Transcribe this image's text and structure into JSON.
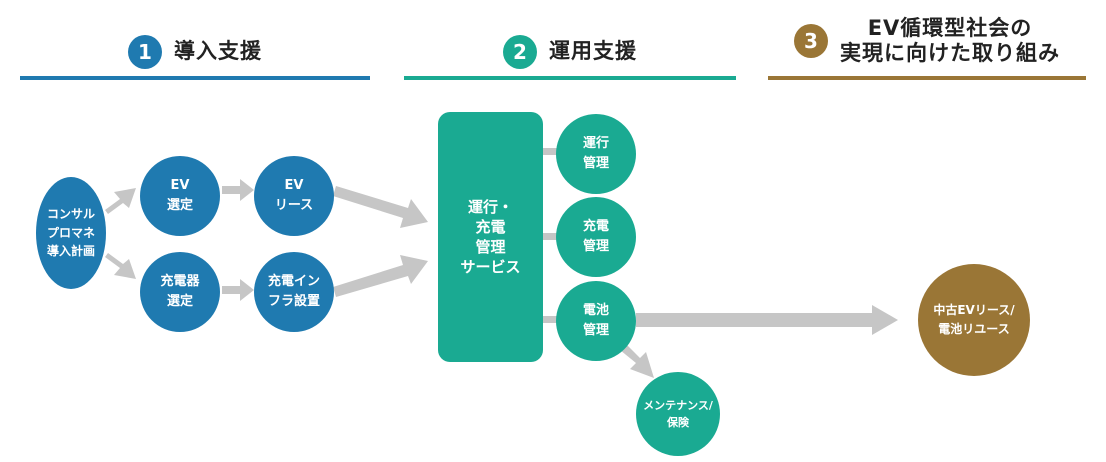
{
  "colors": {
    "blue": "#1f7ab0",
    "teal": "#1aaa92",
    "gold": "#9a7636",
    "arrow": "#c6c6c6"
  },
  "headers": [
    {
      "num": "1",
      "title": "導入支援"
    },
    {
      "num": "2",
      "title": "運用支援"
    },
    {
      "num": "3",
      "title": "EV循環型社会の\n実現に向けた取り組み"
    }
  ],
  "nodes": {
    "consul": "コンサル\nプロマネ\n導入計画",
    "ev_select": "EV\n選定",
    "ev_lease": "EV\nリース",
    "charger_select": "充電器\n選定",
    "charge_infra": "充電イン\nフラ設置",
    "ops_service": "運行・\n充電\n管理\nサービス",
    "ops_mgmt": "運行\n管理",
    "charge_mgmt": "充電\n管理",
    "battery_mgmt": "電池\n管理",
    "maintenance": "メンテナンス/\n保険",
    "reuse": "中古EVリース/\n電池リユース"
  }
}
